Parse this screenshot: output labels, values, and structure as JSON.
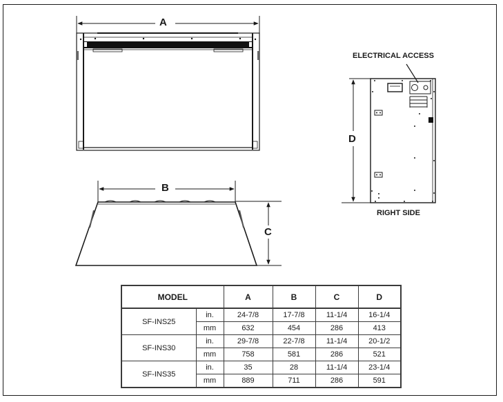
{
  "diagram": {
    "front_view": {
      "dimension_label": "A"
    },
    "top_view": {
      "width_label": "B",
      "depth_label": "C"
    },
    "side_view": {
      "height_label": "D",
      "callout": "ELECTRICAL ACCESS",
      "caption": "RIGHT SIDE"
    }
  },
  "table": {
    "headers": {
      "model": "MODEL",
      "a": "A",
      "b": "B",
      "c": "C",
      "d": "D"
    },
    "rows": [
      {
        "model": "SF-INS25",
        "in": {
          "unit": "in.",
          "a": "24-7/8",
          "b": "17-7/8",
          "c": "11-1/4",
          "d": "16-1/4"
        },
        "mm": {
          "unit": "mm",
          "a": "632",
          "b": "454",
          "c": "286",
          "d": "413"
        }
      },
      {
        "model": "SF-INS30",
        "in": {
          "unit": "in.",
          "a": "29-7/8",
          "b": "22-7/8",
          "c": "11-1/4",
          "d": "20-1/2"
        },
        "mm": {
          "unit": "mm",
          "a": "758",
          "b": "581",
          "c": "286",
          "d": "521"
        }
      },
      {
        "model": "SF-INS35",
        "in": {
          "unit": "in.",
          "a": "35",
          "b": "28",
          "c": "11-1/4",
          "d": "23-1/4"
        },
        "mm": {
          "unit": "mm",
          "a": "889",
          "b": "711",
          "c": "286",
          "d": "591"
        }
      }
    ]
  },
  "colors": {
    "ink": "#1a1a1a",
    "background": "#ffffff"
  }
}
